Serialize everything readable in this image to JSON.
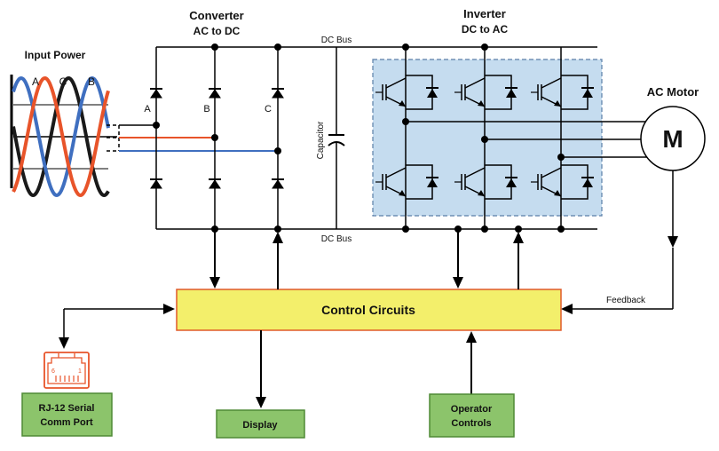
{
  "labels": {
    "converter_title": "Converter",
    "converter_sub": "AC to DC",
    "inverter_title": "Inverter",
    "inverter_sub": "DC to AC",
    "input_power": "Input Power",
    "dc_bus_top": "DC Bus",
    "dc_bus_bottom": "DC Bus",
    "capacitor": "Capacitor",
    "ac_motor": "AC Motor",
    "motor_symbol": "M",
    "feedback": "Feedback",
    "control_circuits": "Control Circuits",
    "rj12_line1": "RJ-12 Serial",
    "rj12_line2": "Comm Port",
    "rj12_pin_left": "6",
    "rj12_pin_right": "1",
    "display": "Display",
    "operator_line1": "Operator",
    "operator_line2": "Controls",
    "wave_a": "A",
    "wave_c": "C",
    "wave_b": "B",
    "phase_a": "A",
    "phase_b": "B",
    "phase_c": "C"
  },
  "colors": {
    "phase_a": "#1a1a1a",
    "phase_b": "#e8542a",
    "phase_c": "#3f6fc0",
    "inverter_fill": "#c5dcef",
    "inverter_border": "#5a7ea8",
    "control_fill": "#f3ef6b",
    "control_border": "#e05a2a",
    "box_fill": "#8cc46b",
    "box_border": "#4e8a35",
    "rj12_color": "#e8542a"
  }
}
